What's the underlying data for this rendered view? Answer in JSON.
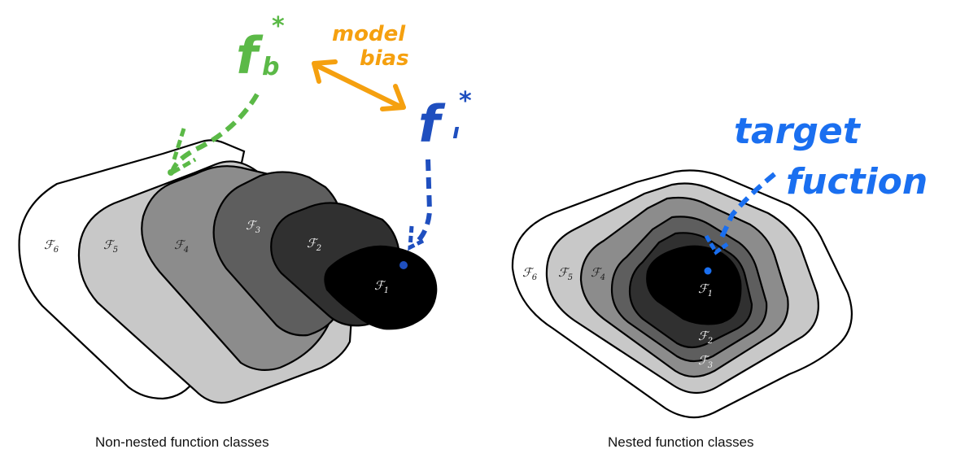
{
  "captions": {
    "left": "Non-nested function classes",
    "right": "Nested function classes"
  },
  "left_diagram": {
    "title": "Non-nested function classes",
    "classes": [
      {
        "name": "F",
        "sub": "6",
        "fill": "#ffffff",
        "label_color": "#222222"
      },
      {
        "name": "F",
        "sub": "5",
        "fill": "#c8c8c8",
        "label_color": "#222222"
      },
      {
        "name": "F",
        "sub": "4",
        "fill": "#8c8c8c",
        "label_color": "#222222"
      },
      {
        "name": "F",
        "sub": "3",
        "fill": "#5e5e5e",
        "label_color": "#eeeeee"
      },
      {
        "name": "F",
        "sub": "2",
        "fill": "#303030",
        "label_color": "#eeeeee"
      },
      {
        "name": "F",
        "sub": "1",
        "fill": "#000000",
        "label_color": "#eeeeee"
      }
    ],
    "annotations": {
      "fb_star": {
        "base": "f",
        "sub": "b",
        "sup": "*",
        "color": "#5bb947"
      },
      "f1_star": {
        "base": "f",
        "sub": "1",
        "sup": "*",
        "color": "#1f4fbf"
      },
      "model_bias": {
        "line1": "model",
        "line2": "bias",
        "color": "#f5a00f"
      }
    }
  },
  "right_diagram": {
    "title": "Nested function classes",
    "classes": [
      {
        "name": "F",
        "sub": "6",
        "fill": "#ffffff",
        "label_color": "#222222"
      },
      {
        "name": "F",
        "sub": "5",
        "fill": "#c8c8c8",
        "label_color": "#222222"
      },
      {
        "name": "F",
        "sub": "4",
        "fill": "#8c8c8c",
        "label_color": "#222222"
      },
      {
        "name": "F",
        "sub": "3",
        "fill": "#5e5e5e",
        "label_color": "#eeeeee"
      },
      {
        "name": "F",
        "sub": "2",
        "fill": "#303030",
        "label_color": "#eeeeee"
      },
      {
        "name": "F",
        "sub": "1",
        "fill": "#000000",
        "label_color": "#eeeeee"
      }
    ],
    "annotations": {
      "target_function": {
        "line1": "target",
        "line2": "fuction",
        "color": "#1a6ff0"
      }
    }
  }
}
